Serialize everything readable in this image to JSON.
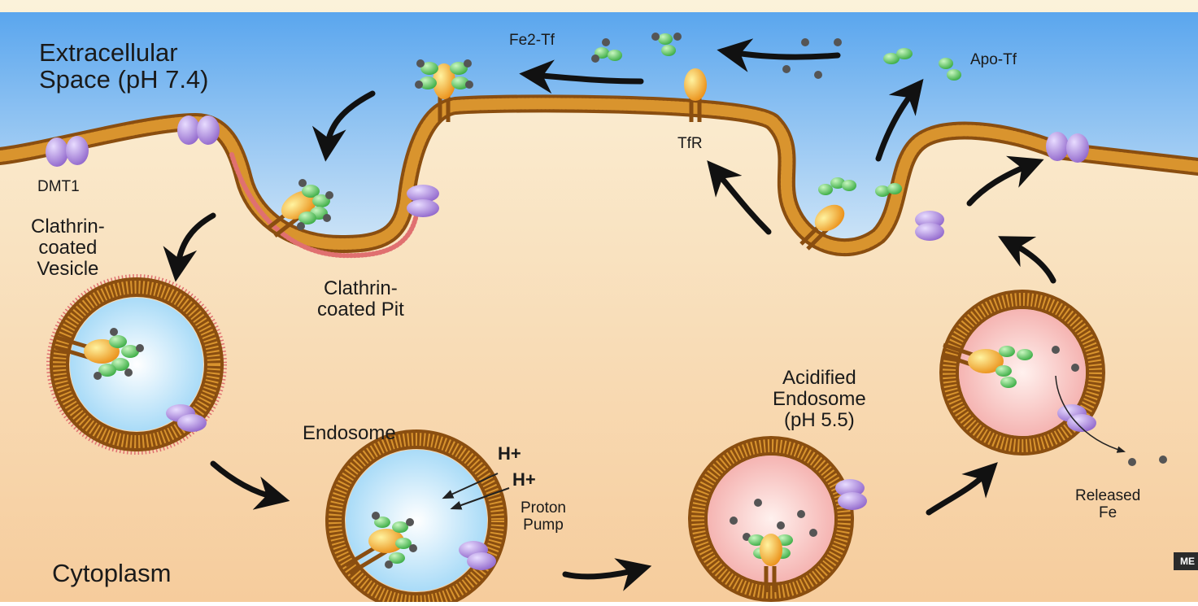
{
  "labels": {
    "extracellular": "Extracellular\nSpace (pH 7.4)",
    "cytoplasm": "Cytoplasm",
    "dmt1": "DMT1",
    "clathrin_vesicle": "Clathrin-\ncoated\nVesicle",
    "clathrin_pit": "Clathrin-\ncoated Pit",
    "endosome": "Endosome",
    "h_plus_1": "H+",
    "h_plus_2": "H+",
    "proton_pump": "Proton\nPump",
    "acidified_endosome": "Acidified\nEndosome\n(pH 5.5)",
    "released_fe": "Released\nFe",
    "fe2_tf": "Fe2-Tf",
    "apo_tf": "Apo-Tf",
    "tfr": "TfR",
    "corner_badge": "ME"
  },
  "colors": {
    "extracellular_top": "#6fb3f2",
    "extracellular_bottom": "#cfe5f7",
    "cytoplasm_top": "#fbf0d5",
    "cytoplasm_bottom": "#f6cfa2",
    "membrane": "#c98320",
    "membrane_dark": "#8a4e10",
    "clathrin": "#e07070",
    "dmt1": "#a37ad8",
    "transferrin": "#5bc85b",
    "receptor": "#f2a020",
    "iron": "#555555",
    "vesicle_inside": "#bfe4fa",
    "acid_inside": "#f6c2c0"
  }
}
